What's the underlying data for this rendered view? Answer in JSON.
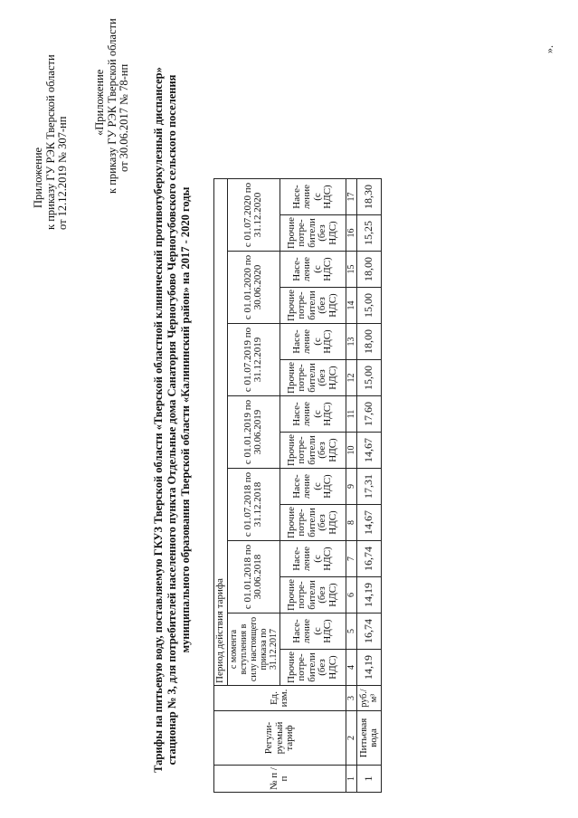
{
  "appendix": {
    "line1": "Приложение",
    "line2": "к приказу ГУ РЭК Тверской области",
    "line3": "от 12.12.2019 № 307-нп"
  },
  "prior_appendix": {
    "line1": "«Приложение",
    "line2": "к приказу ГУ РЭК Тверской области",
    "line3": "от 30.06.2017 № 78-нп"
  },
  "title": {
    "line1": "Тарифы на питьевую воду, поставляемую ГКУЗ Тверской области «Тверской областной клинический противотуберкулезный диспансер»",
    "line2": "стационар № 3, для потребителей населенного пункта Отдельные дома Санатория Черногубово Черногубовского сельского поселения",
    "line3": "муниципального образования Тверской области «Калининский район» на 2017 - 2020 годы"
  },
  "table": {
    "col_num": "№ п / п",
    "col_tariff": "Регули-руемый тариф",
    "col_unit": "Ед. изм.",
    "period_header": "Период действия тарифа",
    "periods": [
      "с момента вступления в силу настоящего приказа по 31.12.2017",
      "с 01.01.2018 по 30.06.2018",
      "с 01.07.2018 по 31.12.2018",
      "с 01.01.2019 по 30.06.2019",
      "с 01.07.2019 по 31.12.2019",
      "с 01.01.2020 по 30.06.2020",
      "с 01.07.2020 по 31.12.2020"
    ],
    "sub_other": "Прочие потре-бители (без НДС)",
    "sub_pop": "Насе-ление (с НДС)",
    "col_indices": [
      "1",
      "2",
      "3",
      "4",
      "5",
      "6",
      "7",
      "8",
      "9",
      "10",
      "11",
      "12",
      "13",
      "14",
      "15",
      "16",
      "17"
    ],
    "row": {
      "num": "1",
      "tariff": "Питьевая вода",
      "unit": "руб./м³",
      "values": [
        "14,19",
        "16,74",
        "14,19",
        "16,74",
        "14,67",
        "17,31",
        "14,67",
        "17,60",
        "15,00",
        "18,00",
        "15,00",
        "18,00",
        "15,25",
        "18,30"
      ]
    }
  },
  "closing": "»."
}
